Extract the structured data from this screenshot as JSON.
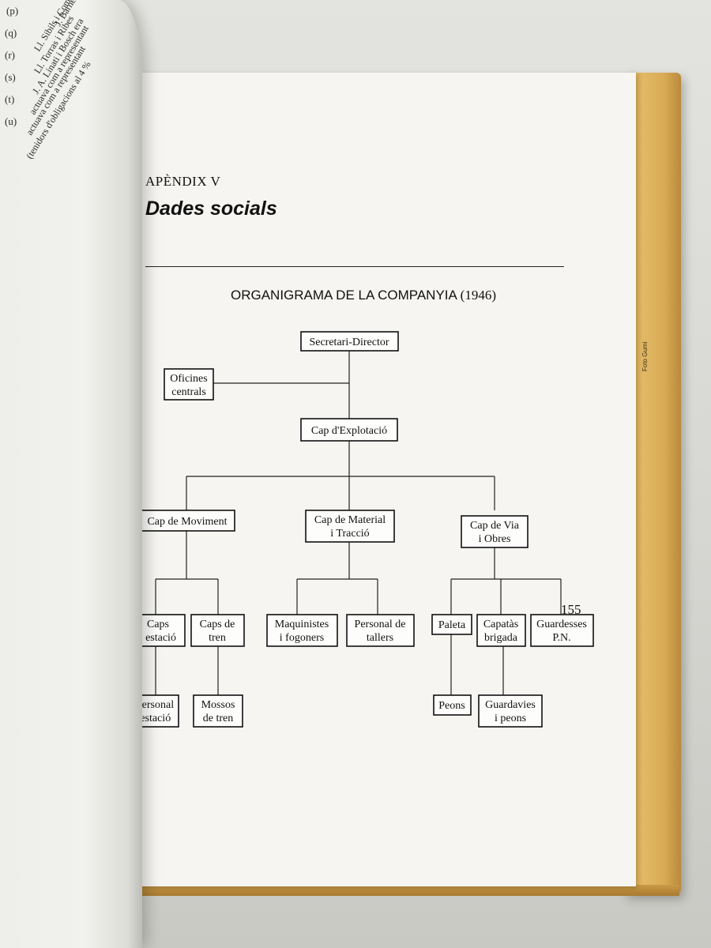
{
  "left_page": {
    "markers": [
      "(p)",
      "(q)",
      "(r)",
      "(s)",
      "(t)",
      "(u)"
    ],
    "lines": [
      "J. Barnel i Cayet fou",
      "Ll. Sibils i Comas",
      "Ll. Torras i Ribes",
      "J. A. Linati i Bosch era",
      "actuava com a representant",
      "actuava com a representant",
      "(tenidors d'obligacions al 4 %"
    ]
  },
  "page": {
    "appendix": "APÈNDIX V",
    "title": "Dades socials",
    "org_title": "ORGANIGRAMA DE LA COMPANYIA",
    "org_year": "(1946)",
    "page_number": "155"
  },
  "cover": {
    "credit": "Foto Gumi"
  },
  "org_chart": {
    "secretari": [
      "Secretari-Director"
    ],
    "oficines": [
      "Oficines",
      "centrals"
    ],
    "cap_explotacio": [
      "Cap d'Explotació"
    ],
    "cap_moviment": [
      "Cap de Moviment"
    ],
    "cap_material": [
      "Cap de Material",
      "i Tracció"
    ],
    "cap_via": [
      "Cap de Via",
      "i Obres"
    ],
    "caps_estacio": [
      "Caps",
      "d' estació"
    ],
    "caps_tren": [
      "Caps de",
      "tren"
    ],
    "maquinistes": [
      "Maquinistes",
      "i fogoners"
    ],
    "personal_tallers": [
      "Personal de",
      "tallers"
    ],
    "paleta": [
      "Paleta"
    ],
    "capatas": [
      "Capatàs",
      "brigada"
    ],
    "guardesses": [
      "Guardesses",
      "P.N."
    ],
    "personal_estacio": [
      "Personal",
      "d'estació"
    ],
    "mossos": [
      "Mossos",
      "de tren"
    ],
    "peons": [
      "Peons"
    ],
    "guardavies": [
      "Guardavies",
      "i peons"
    ]
  }
}
